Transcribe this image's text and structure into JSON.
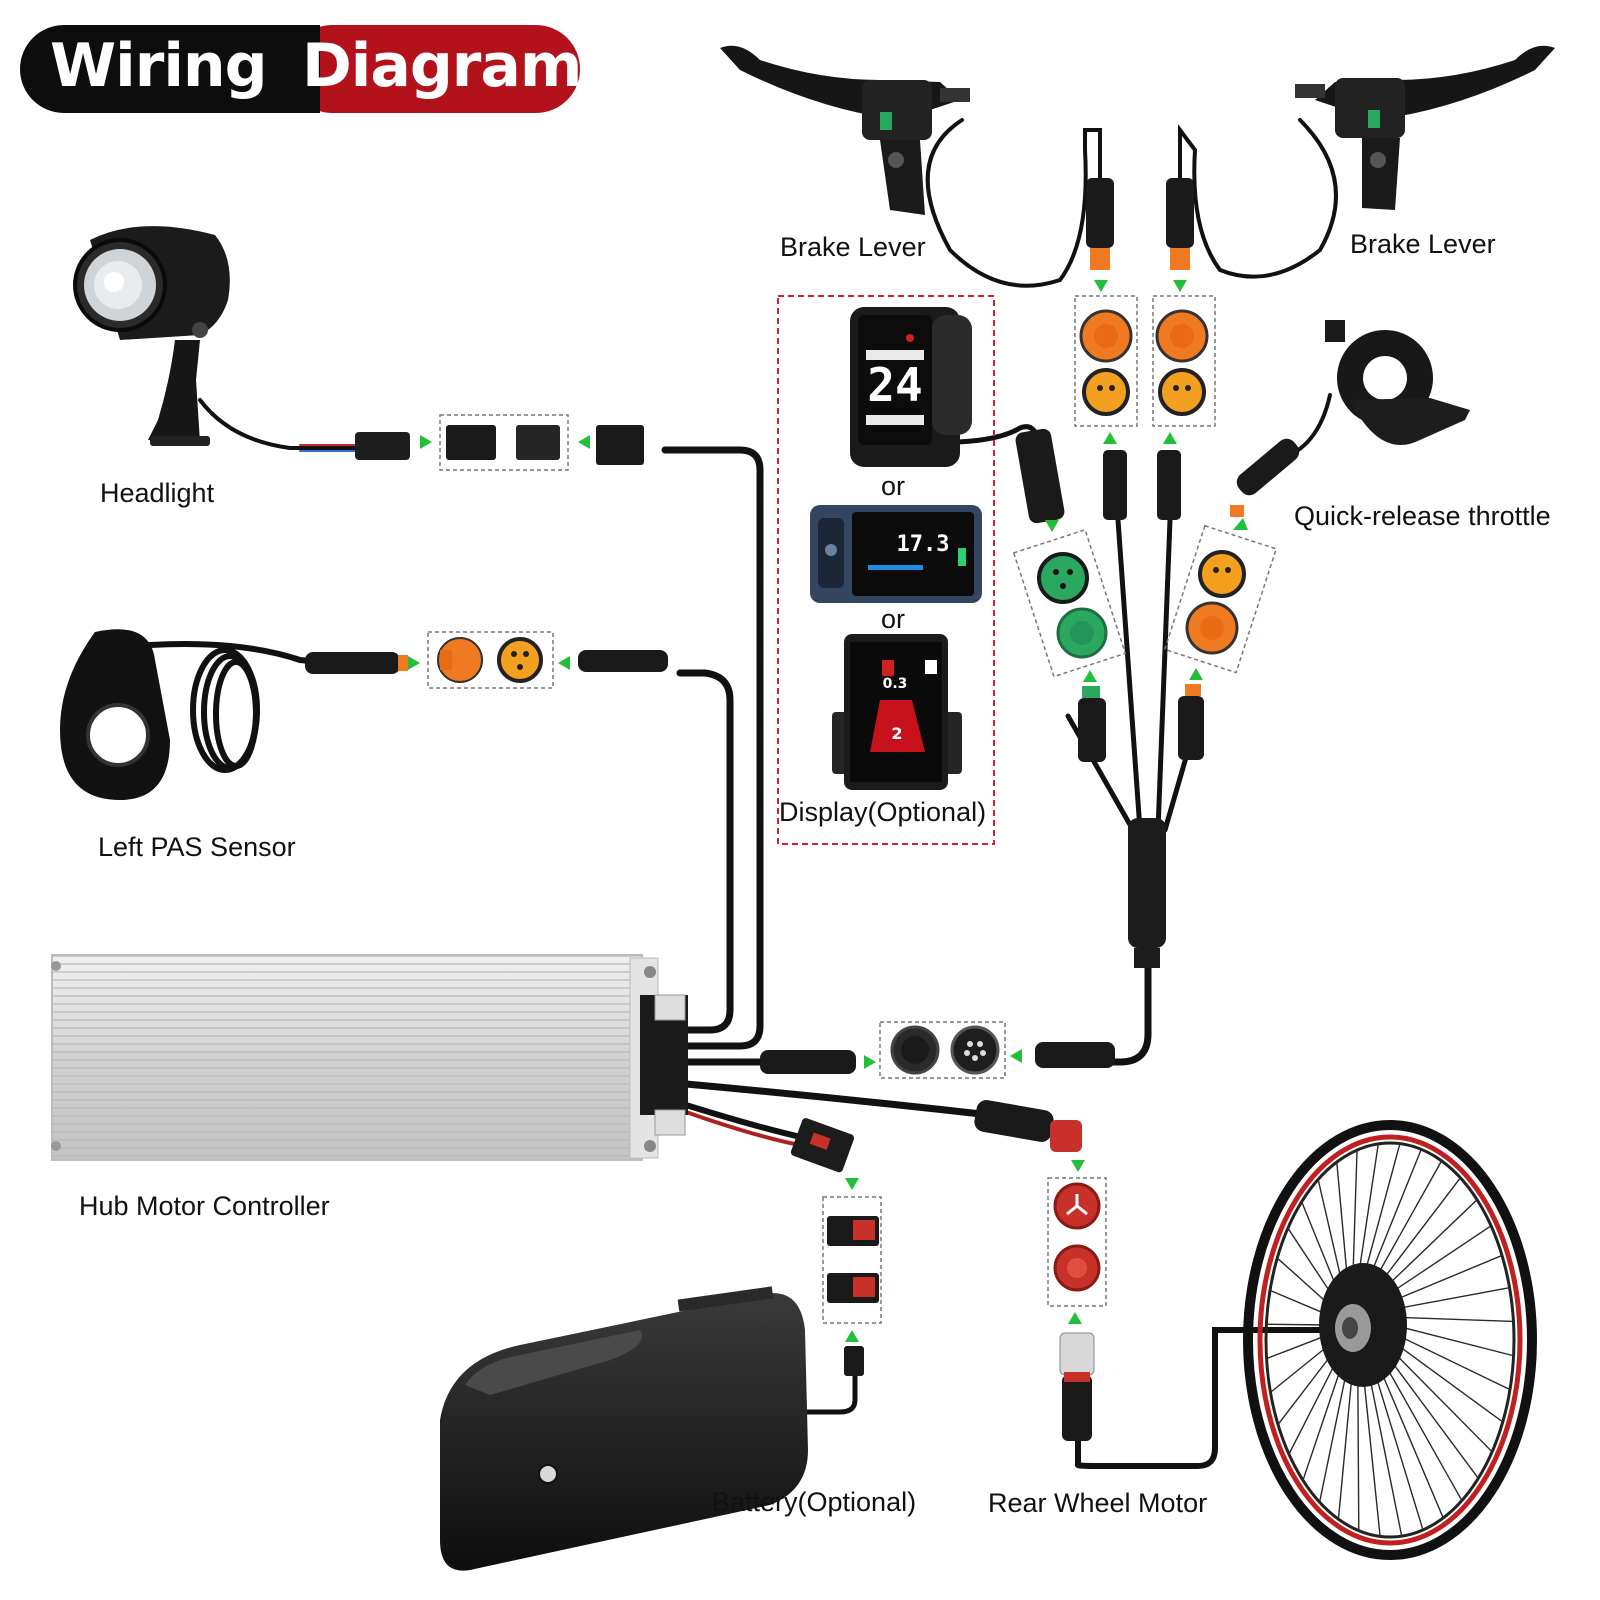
{
  "title": {
    "part1": "Wiring",
    "part2": "Diagram"
  },
  "labels": {
    "brake_lever_left": "Brake Lever",
    "brake_lever_right": "Brake Lever",
    "headlight": "Headlight",
    "left_pas": "Left PAS Sensor",
    "throttle": "Quick-release throttle",
    "display": "Display(Optional)",
    "or1": "or",
    "or2": "or",
    "controller": "Hub Motor Controller",
    "battery": "Battery(Optional)",
    "motor": "Rear Wheel Motor"
  },
  "display_screens": {
    "primary_value": "24",
    "secondary_value": "17.3",
    "tertiary_value": "0.3",
    "gear": "2"
  },
  "colors": {
    "title_black": "#0d0d0d",
    "title_red": "#b3121b",
    "dashed_red": "#d0202a",
    "arrow_green": "#22c03a",
    "connector_orange": "#f07a22",
    "connector_yellow": "#f3a020",
    "connector_green": "#2aa860",
    "connector_red": "#c8302a",
    "cable": "#111111"
  },
  "icons": [
    "brake-lever-icon",
    "headlight-icon",
    "pas-sensor-icon",
    "throttle-icon",
    "display-icon",
    "controller-icon",
    "battery-icon",
    "wheel-motor-icon",
    "connector-icon",
    "arrow-icon"
  ]
}
